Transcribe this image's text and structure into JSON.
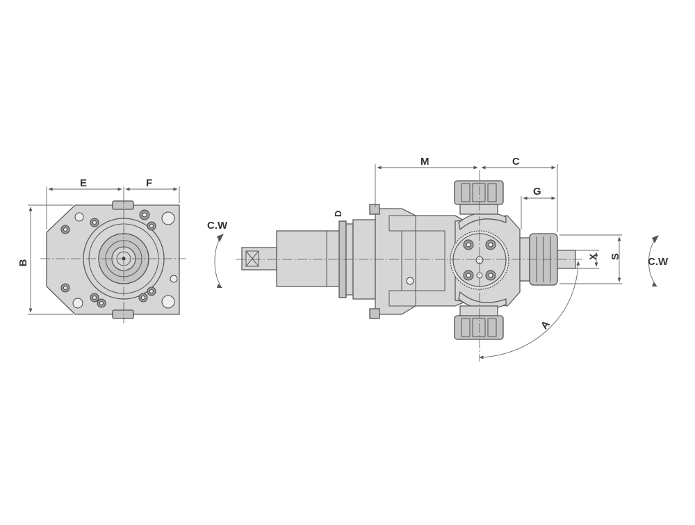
{
  "labels": {
    "B": "B",
    "E": "E",
    "F": "F",
    "M": "M",
    "C": "C",
    "G": "G",
    "D": "D",
    "X": "X",
    "S": "S",
    "A": "A"
  },
  "rotation_labels": {
    "left": "C.W",
    "right": "C.W"
  },
  "colors": {
    "body_fill": "#d6d6d6",
    "outline": "#5a5a5a",
    "dimension_line": "#666666"
  }
}
